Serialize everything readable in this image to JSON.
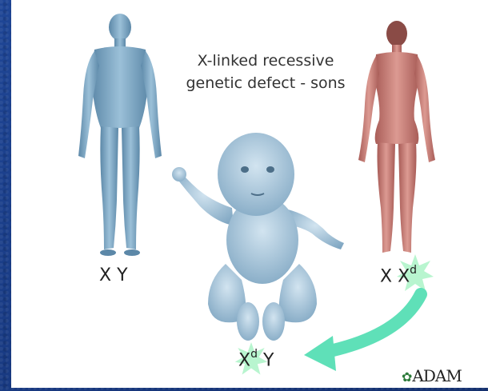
{
  "caption": {
    "line1": "X-linked recessive",
    "line2": "genetic defect - sons"
  },
  "father": {
    "genotype": "X Y"
  },
  "mother": {
    "genotype_base": "X X",
    "genotype_sup": "d"
  },
  "son": {
    "genotype_base": "X",
    "genotype_sup": "d",
    "genotype_rest": " Y"
  },
  "logo": {
    "text": "ADAM"
  },
  "colors": {
    "father_skin": "#7fa6c2",
    "mother_skin": "#c97d76",
    "baby_skin": "#a9c8dd",
    "highlight_star": "#b8f5cf",
    "arrow": "#5fe0b8",
    "slide_bg": "#1d3f8a"
  }
}
